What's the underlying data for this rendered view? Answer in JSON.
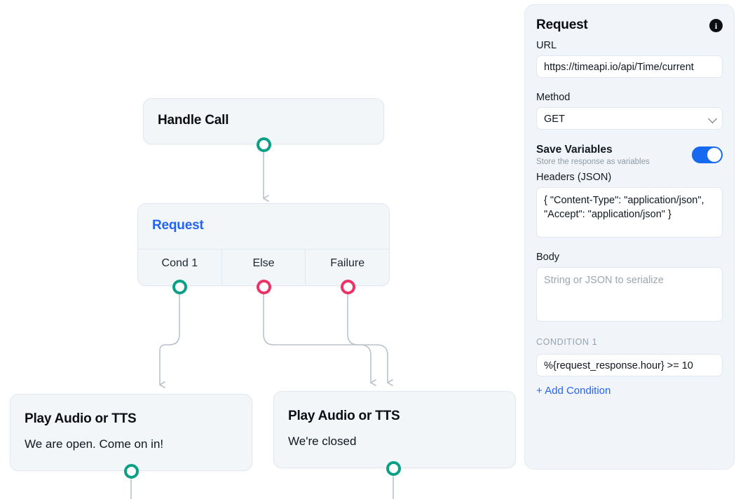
{
  "canvas": {
    "nodes": [
      {
        "id": "handle-call",
        "title": "Handle Call"
      },
      {
        "id": "request",
        "title": "Request",
        "outputs": [
          {
            "label": "Cond 1",
            "color": "#0aa085"
          },
          {
            "label": "Else",
            "color": "#ec3368"
          },
          {
            "label": "Failure",
            "color": "#ec3368"
          }
        ]
      },
      {
        "id": "play-open",
        "title": "Play Audio or TTS",
        "subtitle": "We are open. Come on in!"
      },
      {
        "id": "play-closed",
        "title": "Play Audio or TTS",
        "subtitle": "We're closed"
      }
    ]
  },
  "panel": {
    "title": "Request",
    "info_icon": "info-icon",
    "url": {
      "label": "URL",
      "value": "https://timeapi.io/api/Time/current"
    },
    "method": {
      "label": "Method",
      "value": "GET",
      "chevron": "chevron-down-icon"
    },
    "save_variables": {
      "label": "Save Variables",
      "description": "Store the response as variables",
      "enabled": true
    },
    "headers": {
      "label": "Headers (JSON)",
      "value": "{ \"Content-Type\": \"application/json\", \"Accept\": \"application/json\" }"
    },
    "body": {
      "label": "Body",
      "value": "",
      "placeholder": "String or JSON to serialize"
    },
    "condition": {
      "label": "CONDITION 1",
      "value": "%{request_response.hour} >= 10",
      "add_label": "+ Add Condition"
    }
  },
  "colors": {
    "accent_blue": "#2563f6",
    "toggle_blue": "#1769f0",
    "handle_green": "#0aa085",
    "handle_pink": "#ec3368",
    "edge_gray": "#b9c2cc",
    "node_bg": "#f3f6f9",
    "panel_bg": "#f1f5f9"
  }
}
